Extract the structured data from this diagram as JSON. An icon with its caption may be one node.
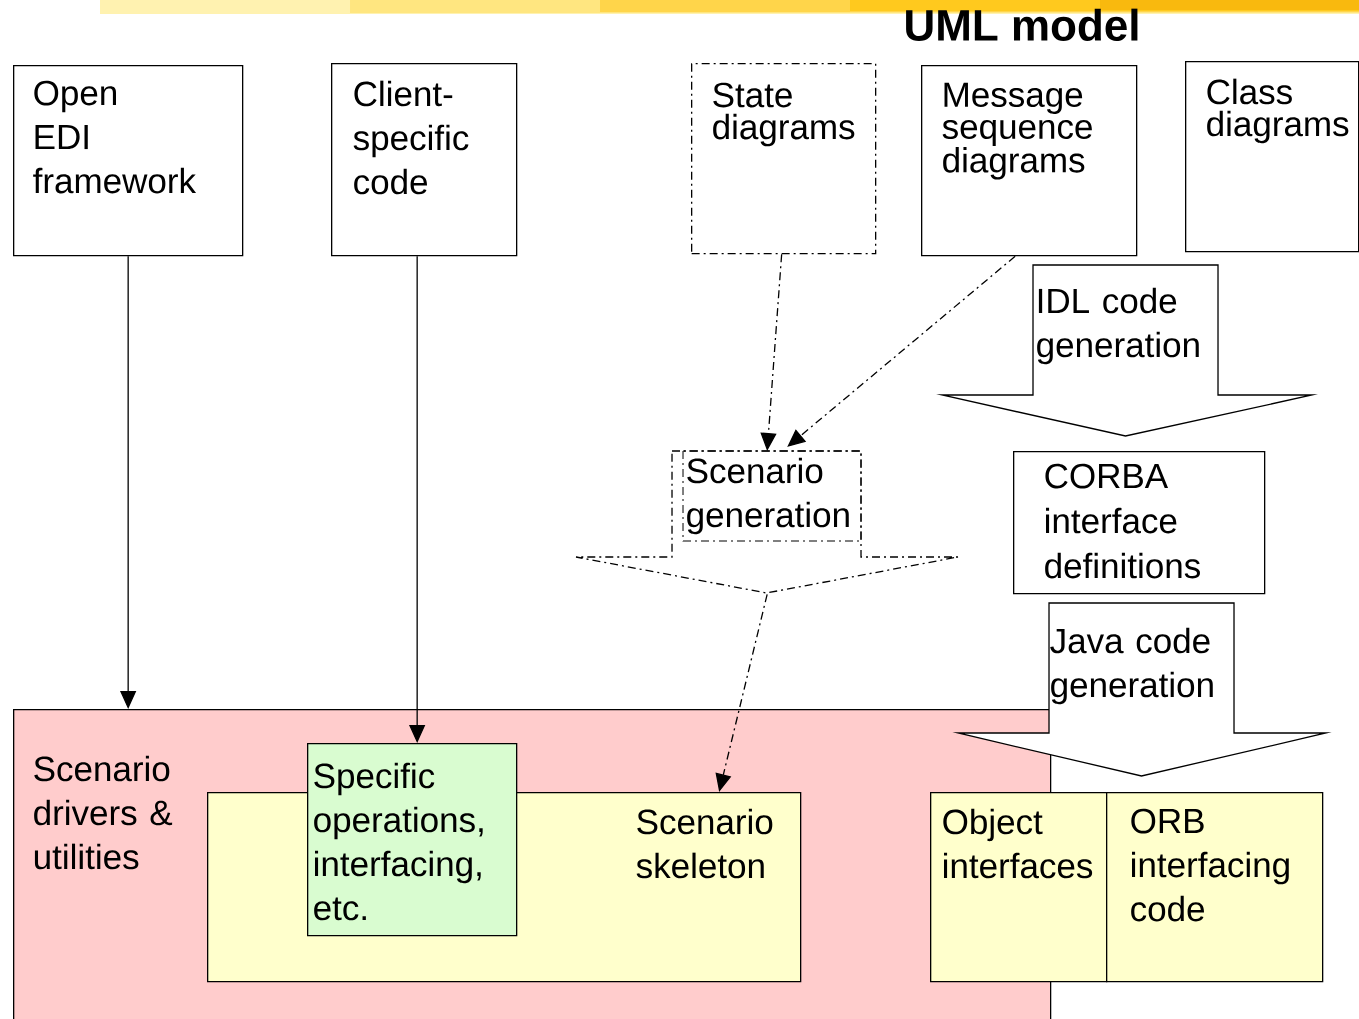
{
  "diagram": {
    "title": "UML model",
    "nodes": [
      {
        "text": [
          "Open EDI framework"
        ]
      },
      {
        "text": [
          "Client-specific code"
        ]
      },
      {
        "text": [
          "State diagrams"
        ]
      },
      {
        "text": [
          "Message sequence diagrams"
        ]
      },
      {
        "text": [
          "Class diagrams"
        ]
      },
      {
        "text": [
          "Scenario generation"
        ]
      },
      {
        "text": [
          "IDL code generation"
        ]
      },
      {
        "text": [
          "CORBA interface definitions"
        ]
      },
      {
        "text": [
          "Java code generation"
        ]
      },
      {
        "text": [
          "Scenario drivers & utilities"
        ]
      },
      {
        "text": [
          "Scenario skeleton"
        ],
        "in": 9
      },
      {
        "text": [
          "Specific operations, interfacing, etc."
        ],
        "in": 9
      },
      {
        "text": [
          "Object interfaces"
        ]
      },
      {
        "text": [
          "ORB interfacing code"
        ]
      }
    ],
    "edges": [
      {
        "from": 0,
        "to": 9,
        "arrow": "to"
      },
      {
        "from": 1,
        "to": 11,
        "arrow": "to"
      },
      {
        "from": 2,
        "to": 5,
        "arrow": "to",
        "style": "dashed"
      },
      {
        "from": 3,
        "to": 5,
        "arrow": "to",
        "style": "dashed"
      },
      {
        "from": 5,
        "to": 10,
        "arrow": "to",
        "style": "dashed"
      }
    ]
  }
}
